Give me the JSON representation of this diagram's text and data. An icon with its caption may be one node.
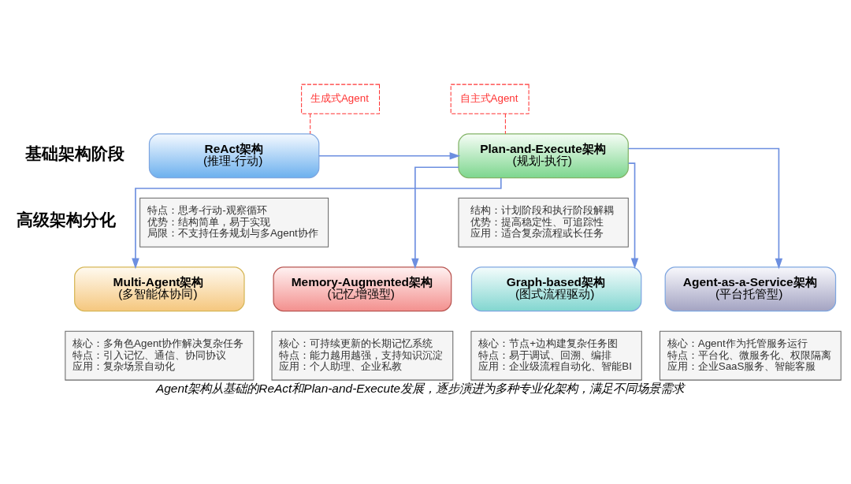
{
  "diagram": {
    "caption": "Agent架构从基础的ReAct和Plan-and-Execute发展，逐步演进为多种专业化架构，满足不同场景需求",
    "nodes": [
      {
        "text": [
          "生成式Agent"
        ]
      },
      {
        "text": [
          "自主式Agent"
        ]
      },
      {
        "text": [
          "ReAct架构",
          "(推理-行动)"
        ]
      },
      {
        "text": [
          "Plan-and-Execute架构",
          "(规划-执行)"
        ]
      },
      {
        "text": [
          "特点：思考-行动-观察循环",
          "优势：结构简单，易于实现",
          "局限：不支持任务规划与多Agent协作"
        ]
      },
      {
        "text": [
          "结构：计划阶段和执行阶段解耦",
          "优势：提高稳定性、可追踪性",
          "应用：适合复杂流程或长任务"
        ]
      },
      {
        "text": [
          "Multi-Agent架构",
          "(多智能体协同)"
        ]
      },
      {
        "text": [
          "Memory-Augmented架构",
          "(记忆增强型)"
        ]
      },
      {
        "text": [
          "Graph-based架构",
          "(图式流程驱动)"
        ]
      },
      {
        "text": [
          "Agent-as-a-Service架构",
          "(平台托管型)"
        ]
      },
      {
        "text": [
          "核心：多角色Agent协作解决复杂任务",
          "特点：引入记忆、通信、协同协议",
          "应用：复杂场景自动化"
        ]
      },
      {
        "text": [
          "核心：可持续更新的长期记忆系统",
          "特点：能力越用越强，支持知识沉淀",
          "应用：个人助理、企业私教"
        ]
      },
      {
        "text": [
          "核心：节点+边构建复杂任务图",
          "特点：易于调试、回溯、编排",
          "应用：企业级流程自动化、智能BI"
        ]
      },
      {
        "text": [
          "核心：Agent作为托管服务运行",
          "特点：平台化、微服务化、权限隔离",
          "应用：企业SaaS服务、智能客服"
        ]
      }
    ],
    "edges": [
      {
        "from": 0,
        "to": 2,
        "arrow": "none",
        "style": "dashed",
        "color": "#ff3333"
      },
      {
        "from": 1,
        "to": 3,
        "arrow": "none",
        "style": "dashed",
        "color": "#ff3333"
      },
      {
        "from": 2,
        "to": 3,
        "arrow": "to"
      },
      {
        "from": 3,
        "to": 6,
        "arrow": "to"
      },
      {
        "from": 3,
        "to": 7,
        "arrow": "to"
      },
      {
        "from": 3,
        "to": 8,
        "arrow": "to"
      },
      {
        "from": 3,
        "to": 9,
        "arrow": "to"
      }
    ],
    "labels": [
      "基础架构阶段",
      "高级架构分化"
    ]
  }
}
